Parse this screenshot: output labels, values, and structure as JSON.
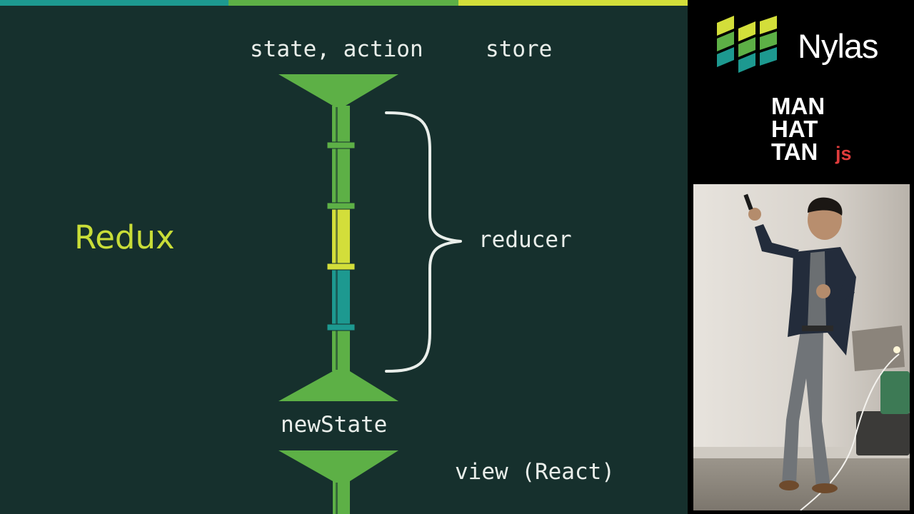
{
  "slide": {
    "title": "Redux",
    "labels": {
      "state_action": "state, action",
      "store": "store",
      "reducer": "reducer",
      "new_state": "newState",
      "view": "view (React)"
    },
    "colors": {
      "background": "#16302d",
      "green": "#5db046",
      "yellow": "#d3de3a",
      "teal": "#1d9990",
      "text": "#e9eeea",
      "title": "#c9dd38"
    }
  },
  "sidebar": {
    "brand": "Nylas",
    "event_logo": {
      "line1": "MAN",
      "line2": "HAT",
      "line3": "TAN",
      "suffix": "js"
    },
    "video": {
      "icon": "presenter-video"
    }
  }
}
